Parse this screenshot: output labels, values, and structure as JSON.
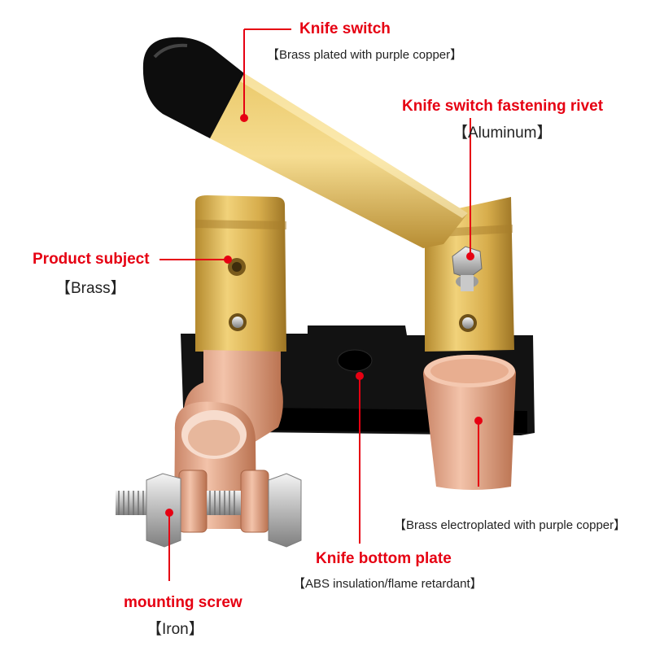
{
  "colors": {
    "label": "#e60012",
    "material_text": "#222222",
    "leader": "#e60012",
    "brass": "#d9b24f",
    "copper": "#e6a98a",
    "plate": "#111111"
  },
  "callouts": {
    "knife_switch": {
      "title": "Knife switch",
      "material": "【Brass plated with purple copper】"
    },
    "fastening_rivet": {
      "title": "Knife switch fastening rivet",
      "material": "【Aluminum】"
    },
    "product_subject": {
      "title": "Product subject",
      "material": "【Brass】"
    },
    "copper_sleeve": {
      "material": "【Brass electroplated with purple copper】"
    },
    "bottom_plate": {
      "title": "Knife bottom plate",
      "material": "【ABS insulation/flame retardant】"
    },
    "mounting_screw": {
      "title": "mounting screw",
      "material": "【Iron】"
    }
  }
}
